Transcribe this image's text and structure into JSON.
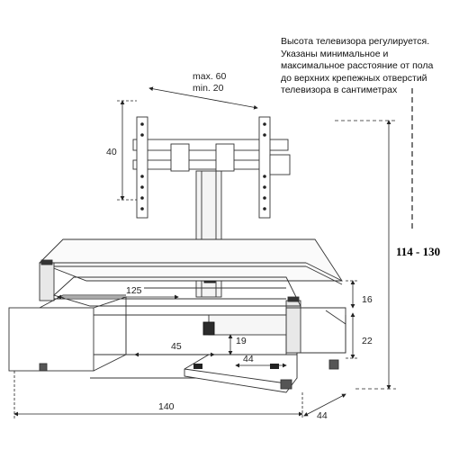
{
  "note": {
    "lines": [
      "Высота телевизора регулируется.",
      "Указаны минимальное и",
      "максимальное  расстояние от пола",
      "до верхних крепежных отверстий",
      "телевизора в сантиметрах"
    ]
  },
  "dimensions": {
    "bracket_max": "max. 60",
    "bracket_min": "min. 20",
    "bracket_height": "40",
    "tv_height_range": "114 - 130",
    "top_shelf_width": "125",
    "inner_width": "45",
    "inner_depth": "44",
    "inner_height": "19",
    "top_tier_height": "16",
    "bottom_tier_height": "22",
    "total_width": "140",
    "total_depth": "44"
  }
}
